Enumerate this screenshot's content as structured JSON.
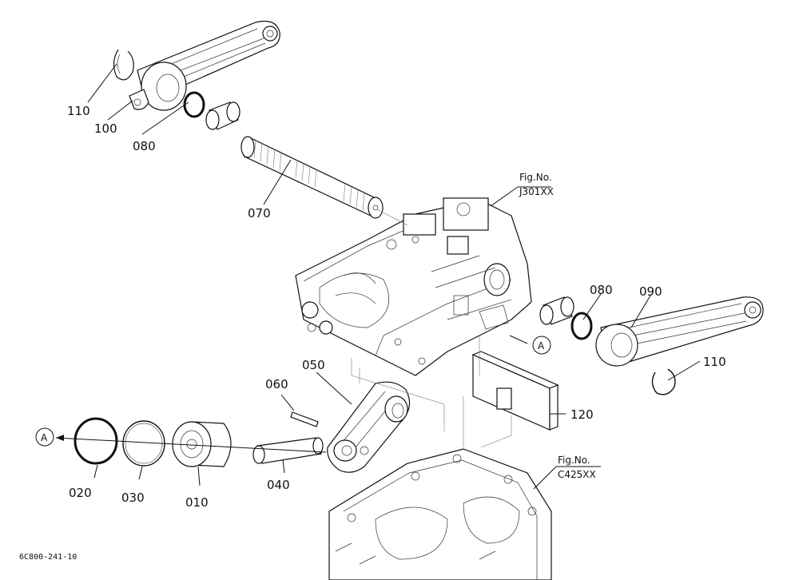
{
  "callouts": {
    "p110_top": "110",
    "p100": "100",
    "p080_left": "080",
    "p070": "070",
    "p080_right": "080",
    "p090": "090",
    "p110_right": "110",
    "p050": "050",
    "p060": "060",
    "p120": "120",
    "p020": "020",
    "p030": "030",
    "p010": "010",
    "p040": "040"
  },
  "references": {
    "fig_label": "Fig.No.",
    "fig_top": "J301XX",
    "fig_bottom": "C425XX",
    "marker_a": "A"
  },
  "footer": {
    "code": "6C800-241-10"
  }
}
